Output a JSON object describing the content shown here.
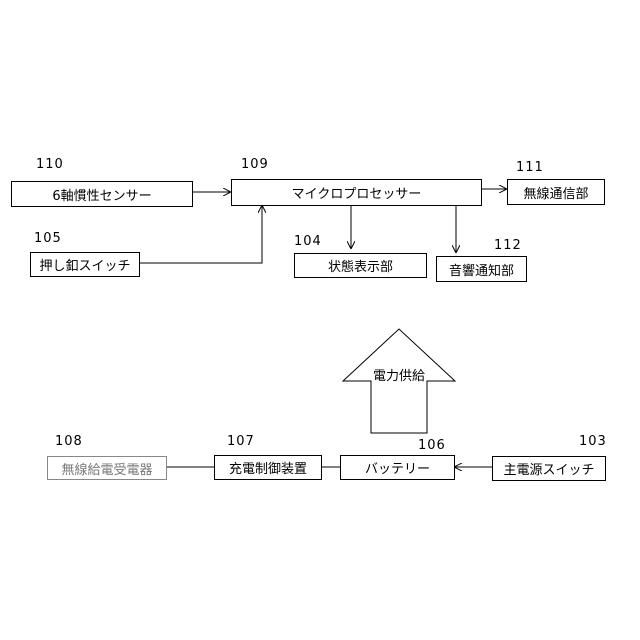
{
  "blocks": {
    "b110": {
      "label": "6軸慣性センサー",
      "number": "110"
    },
    "b109": {
      "label": "マイクロプロセッサー",
      "number": "109"
    },
    "b111": {
      "label": "無線通信部",
      "number": "111"
    },
    "b105": {
      "label": "押し釦スイッチ",
      "number": "105"
    },
    "b104": {
      "label": "状態表示部",
      "number": "104"
    },
    "b112": {
      "label": "音響通知部",
      "number": "112"
    },
    "b108": {
      "label": "無線給電受電器",
      "number": "108"
    },
    "b107": {
      "label": "充電制御装置",
      "number": "107"
    },
    "b106": {
      "label": "バッテリー",
      "number": "106"
    },
    "b103": {
      "label": "主電源スイッチ",
      "number": "103"
    }
  },
  "power_arrow": {
    "label": "電力供給"
  }
}
